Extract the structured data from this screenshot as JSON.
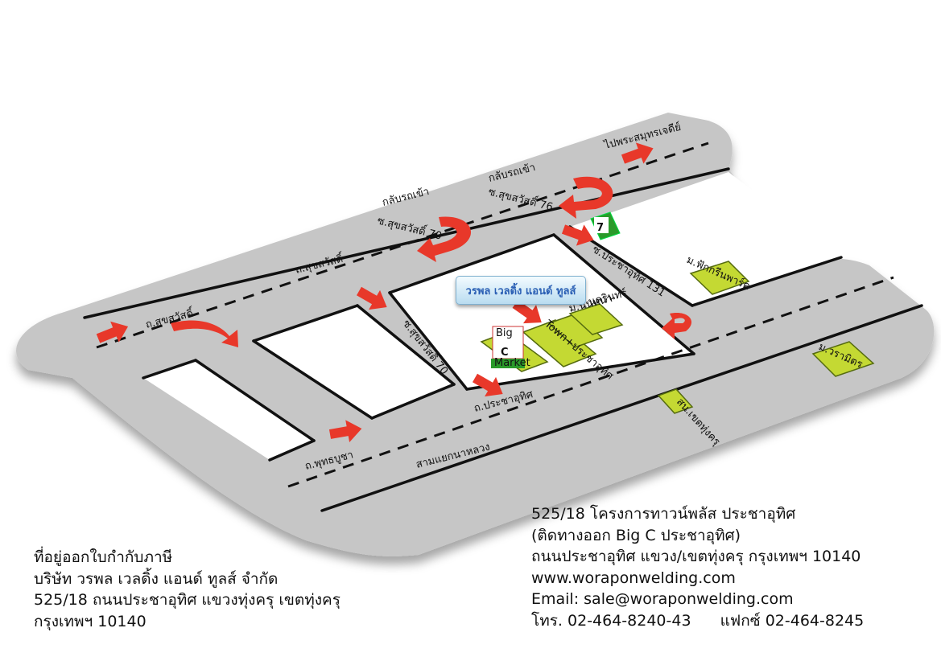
{
  "map": {
    "roads": {
      "sukhumvit_1": "ถ.สุขสวัสดิ์",
      "sukhumvit_2": "ถ.สุขสวัสดิ์",
      "soi_70": "ซ.สุขสวัสดิ์ 70",
      "soi_prachauthit_131": "ซ.ประชาอุทิศ 131",
      "prachauthit_rd": "ถ.ประชาอุทิศ",
      "phutthabucha_rd": "ถ.พุทธบูชา",
      "sam_yaek_na_luang": "สามแยกนาหลวง"
    },
    "directions": {
      "to_phra_samut_chedi": "ไปพระสมุทรเจดีย์",
      "u_turn_70_line1": "กลับรถเข้า",
      "u_turn_70_line2": "ซ.สุขสวัสดิ์ 70",
      "u_turn_76_line1": "กลับรถเข้า",
      "u_turn_76_line2": "ซ.สุขสวัสดิ์ 76"
    },
    "landmarks": {
      "seven_eleven": "7",
      "big_c_top": "Big",
      "big_c_letter": "C",
      "big_c_bottom": "Market",
      "town_plus": "Town+ประชาอุทิศ",
      "nanthana": "ม.นันทนา",
      "nakarin": "นครินทร์",
      "fac_green_park": "ม.ฟักกรีนพาร์ค",
      "varamit": "ม.วรามิตร",
      "thung_khru_district_office": "สน.เขตทุ่งครุ"
    },
    "company_label": "วรพล เวลดิ้ง แอนด์ ทูลส์",
    "colors": {
      "road_area": "#c6c6c6",
      "building": "#c4d933",
      "arrow": "#e8382a",
      "line": "#111111"
    }
  },
  "tax_address": {
    "line1": "ที่อยู่ออกใบกำกับภาษี",
    "line2": "บริษัท วรพล เวลดิ้ง แอนด์ ทูลส์ จำกัด",
    "line3": "525/18 ถนนประชาอุทิศ แขวงทุ่งครุ เขตทุ่งครุ",
    "line4": "กรุงเทพฯ 10140"
  },
  "contact": {
    "line1": "525/18 โครงการทาวน์พลัส ประชาอุทิศ",
    "line2": "(ติดทางออก Big C ประชาอุทิศ)",
    "line3": "ถนนประชาอุทิศ แขวง/เขตทุ่งครุ กรุงเทพฯ 10140",
    "website": "www.woraponwelding.com",
    "email": "Email: sale@woraponwelding.com",
    "phone": "โทร. 02-464-8240-43",
    "fax": "แฟกซ์ 02-464-8245"
  }
}
